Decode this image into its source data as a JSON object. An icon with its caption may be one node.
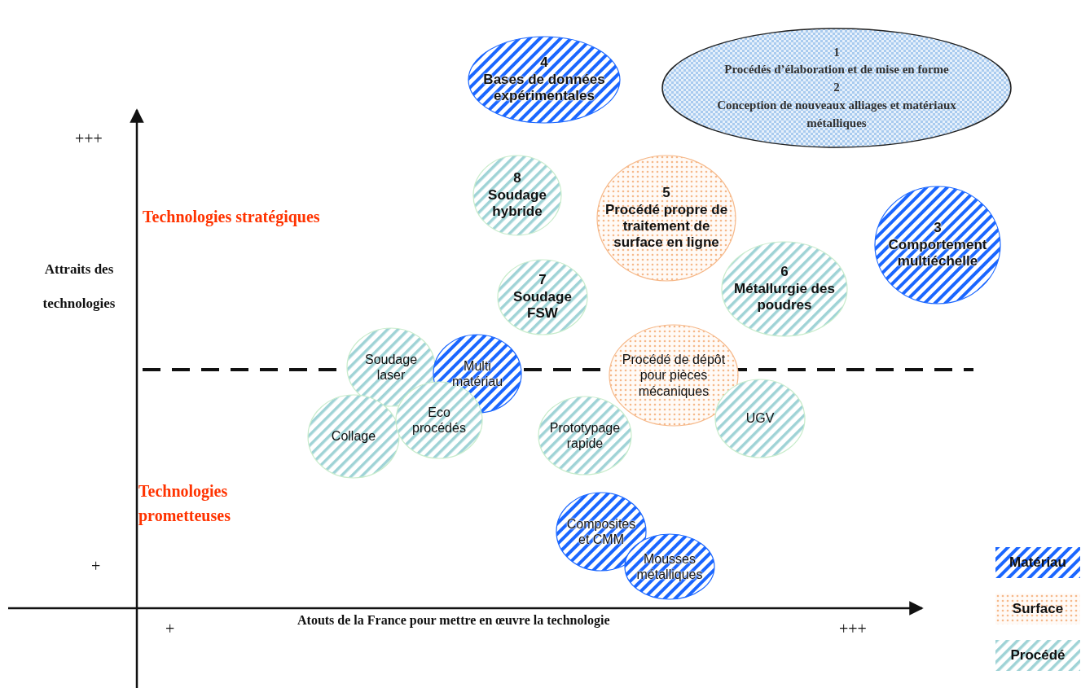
{
  "diagram": {
    "nodes": [
      {
        "text": [
          "4",
          "Bases de données expérimentales"
        ]
      },
      {
        "text": [
          "1",
          "Procédés d’élaboration et de mise en forme",
          "2",
          "Conception de nouveaux alliages et matériaux métalliques"
        ]
      },
      {
        "text": [
          "8",
          "Soudage hybride"
        ]
      },
      {
        "text": [
          "5",
          "Procédé propre de traitement de surface en ligne"
        ]
      },
      {
        "text": [
          "3",
          "Comportement multiéchelle"
        ]
      },
      {
        "text": [
          "7",
          "Soudage FSW"
        ]
      },
      {
        "text": [
          "6",
          "Métallurgie des poudres"
        ]
      },
      {
        "text": [
          "Soudage laser"
        ]
      },
      {
        "text": [
          "Multi matériau"
        ]
      },
      {
        "text": [
          "Procédé de dépôt pour pièces mécaniques"
        ]
      },
      {
        "text": [
          "Collage"
        ]
      },
      {
        "text": [
          "Eco procédés"
        ]
      },
      {
        "text": [
          "Prototypage rapide"
        ]
      },
      {
        "text": [
          "UGV"
        ]
      },
      {
        "text": [
          "Composites et CMM"
        ]
      },
      {
        "text": [
          "Mousses métalliques"
        ]
      }
    ],
    "labels": [
      "+++",
      "Technologies stratégiques",
      "Attraits des technologies",
      "Technologies prometteuses",
      "+",
      "Atouts de la France pour mettre en œuvre la technologie",
      "+",
      "+++"
    ],
    "legend": [
      {
        "text": "Matériau",
        "color": "#1a66ff"
      },
      {
        "text": "Surface",
        "color": "#f6b98a"
      },
      {
        "text": "Procédé",
        "color": "#9fd3d6"
      }
    ]
  }
}
